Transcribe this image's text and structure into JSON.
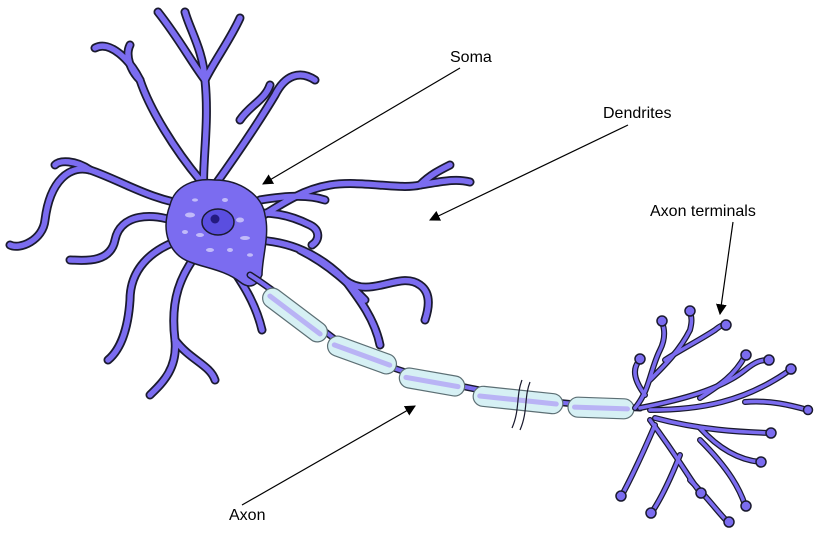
{
  "labels": {
    "soma": "Soma",
    "dendrites": "Dendrites",
    "axon_terminals": "Axon terminals",
    "axon": "Axon"
  },
  "colors": {
    "cell_fill": "#7b6cf0",
    "cell_outline": "#1a1a2e",
    "nucleus": "#3a2fb0",
    "myelin_fill": "#d6f0f4",
    "myelin_stroke": "#5c6f74",
    "axon_core": "#b9b3f5",
    "arrow": "#000000"
  }
}
